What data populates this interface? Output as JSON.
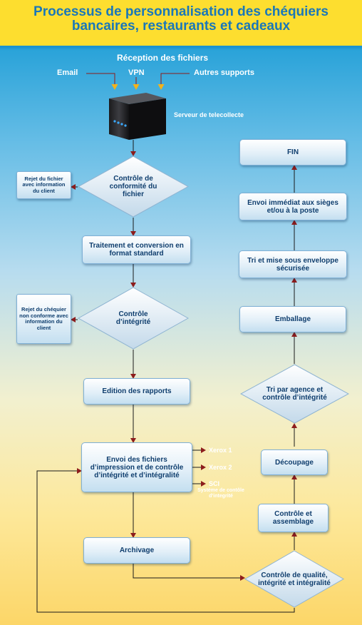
{
  "title": {
    "line1": "Processus de personnalisation des chéquiers",
    "line2": "bancaires, restaurants et cadeaux"
  },
  "reception": {
    "heading": "Réception des fichiers",
    "sources": [
      "Email",
      "VPN",
      "Autres supports"
    ],
    "server_label": "Serveur de telecollecte"
  },
  "left_flow": {
    "conformite_check": "Contrôle de conformité du fichier",
    "reject_file": "Rejet du fichier avec information du client",
    "traitement": "Traitement et conversion en format standard",
    "integrite_check": "Contrôle d’intégrité",
    "reject_cheque": "Rejet du chéquier non conforme avec information du client",
    "edition": "Edition des rapports",
    "envoi_fichiers": "Envoi des fichiers d’impression et de contrôle d’intégrité et d’intégralité",
    "xerox1": "Xerox 1",
    "xerox2": "Xerox 2",
    "sci": "SCI",
    "sci_desc": "Système de contôle d’integrité",
    "archivage": "Archivage"
  },
  "right_flow": {
    "qualite_check": "Contrôle de qualité, intégrité et intégralité",
    "controle_assemblage": "Contrôle et assemblage",
    "decoupage": "Découpage",
    "tri_agence": "Tri par agence et contrôle d’intégrité",
    "emballage": "Emballage",
    "tri_enveloppe": "Tri et mise sous enveloppe sécurisée",
    "envoi_immediat": "Envoi immédiat aux sièges et/ou  à la poste",
    "fin": "FIN"
  },
  "colors": {
    "title_band": "#fdde2f",
    "title_text": "#1a77b9",
    "box_text": "#0f3e6e",
    "arrow": "#9a1e1e",
    "line": "#1a1a1a"
  }
}
